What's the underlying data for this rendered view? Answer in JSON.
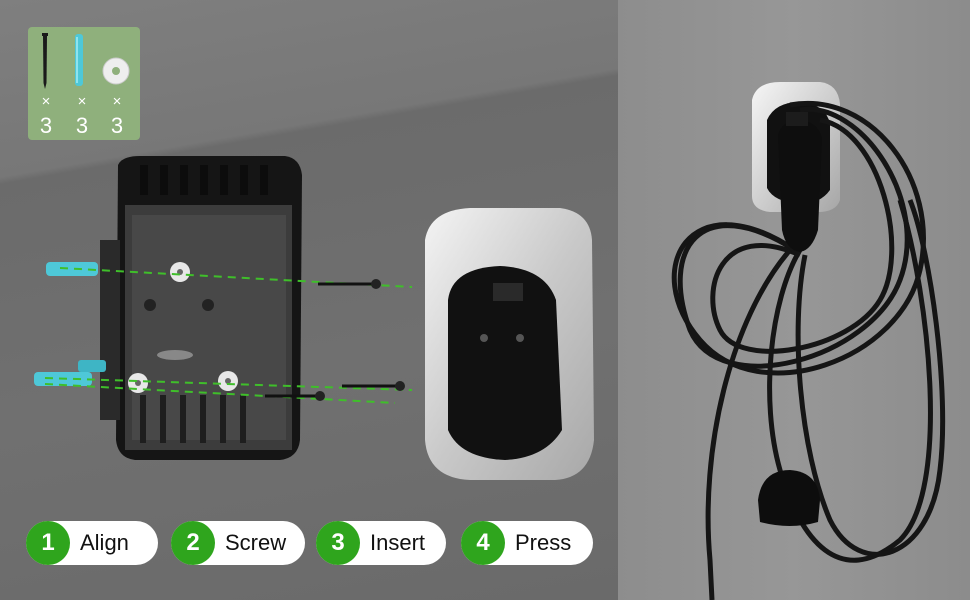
{
  "parts": [
    {
      "icon": "screw-icon",
      "multiplier": "×",
      "count": "3"
    },
    {
      "icon": "wall-anchor-icon",
      "multiplier": "×",
      "count": "3"
    },
    {
      "icon": "washer-icon",
      "multiplier": "×",
      "count": "3"
    }
  ],
  "steps": [
    {
      "number": "1",
      "label": "Align"
    },
    {
      "number": "2",
      "label": "Screw"
    },
    {
      "number": "3",
      "label": "Insert"
    },
    {
      "number": "4",
      "label": "Press"
    }
  ],
  "colors": {
    "step_badge": "#2fa51d",
    "parts_card": "#8fb07c",
    "guide_line": "#3fbf2a",
    "anchor": "#4ec8d8"
  }
}
